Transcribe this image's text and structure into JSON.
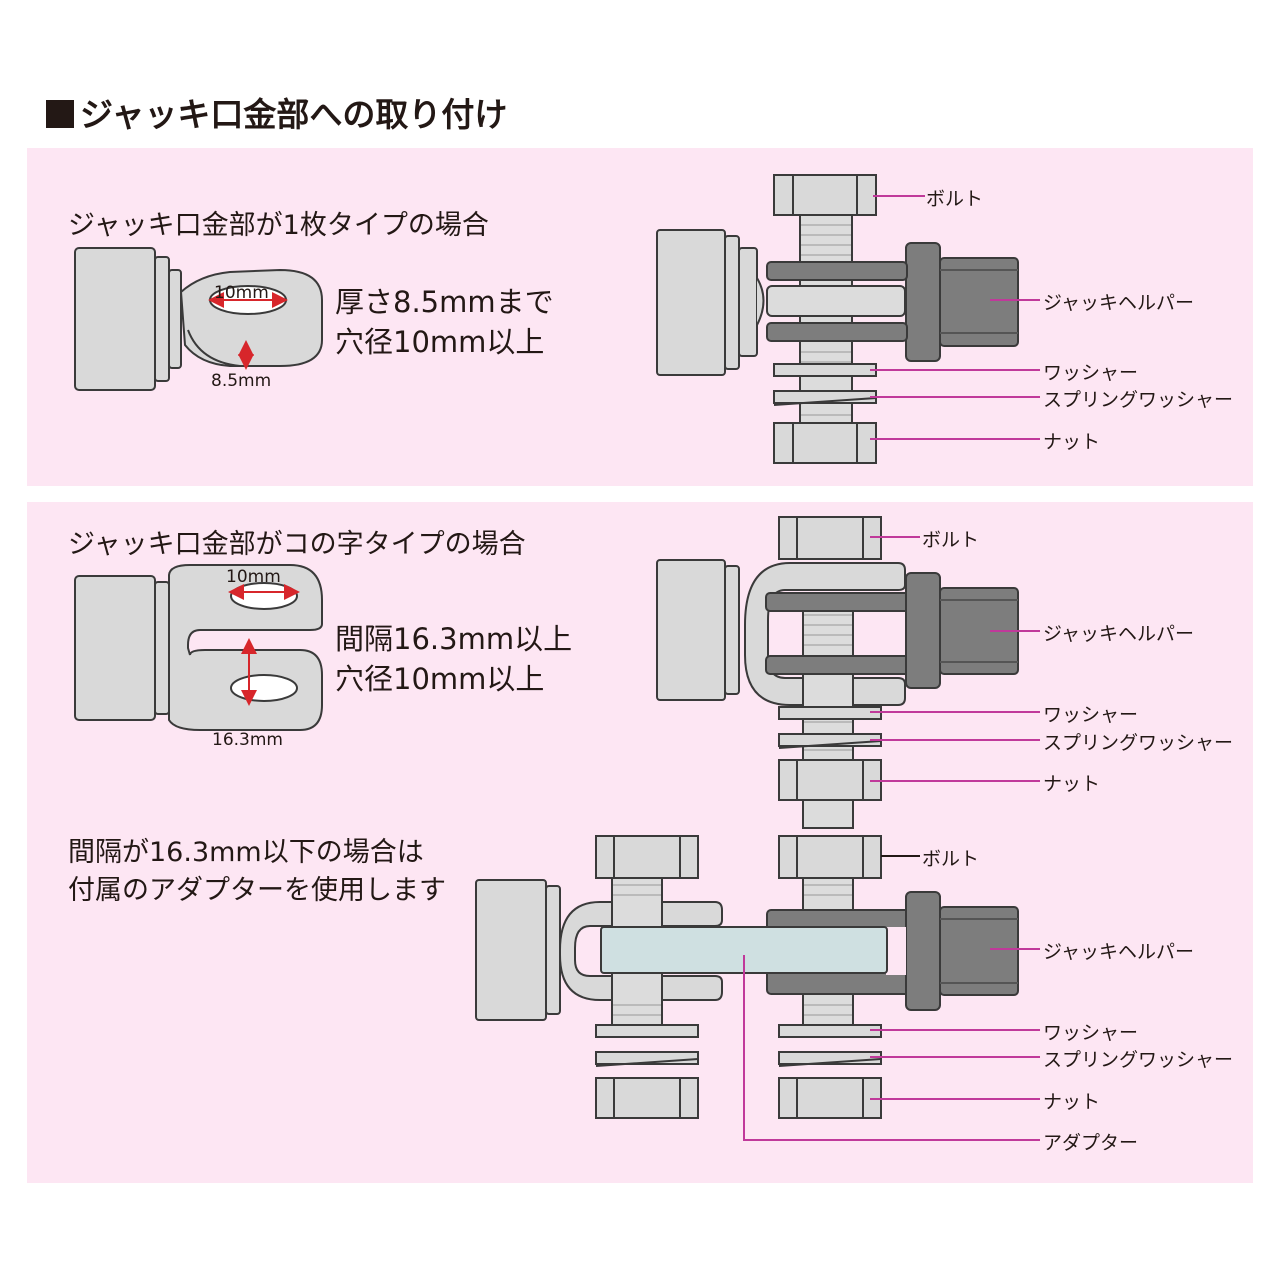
{
  "title": "ジャッキ口金部への取り付け",
  "colors": {
    "panel_bg": "#fde6f3",
    "metal_light": "#d9d9d9",
    "metal_dark": "#7d7d7d",
    "adapter": "#cfe0e1",
    "outline": "#3a3a3a",
    "leader": "#c0399a",
    "dimension_arrow": "#d7262b"
  },
  "section1": {
    "heading": "ジャッキ口金部が1枚タイプの場合",
    "spec_line1": "厚さ8.5mmまで",
    "spec_line2": "穴径10mm以上",
    "dim_hole": "10mm",
    "dim_thickness": "8.5mm",
    "labels": {
      "bolt": "ボルト",
      "jack_helper": "ジャッキヘルパー",
      "washer": "ワッシャー",
      "spring_washer": "スプリングワッシャー",
      "nut": "ナット"
    }
  },
  "section2": {
    "heading": "ジャッキ口金部がコの字タイプの場合",
    "spec_line1": "間隔16.3mm以上",
    "spec_line2": "穴径10mm以上",
    "dim_hole": "10mm",
    "dim_gap": "16.3mm",
    "labels": {
      "bolt": "ボルト",
      "jack_helper": "ジャッキヘルパー",
      "washer": "ワッシャー",
      "spring_washer": "スプリングワッシャー",
      "nut": "ナット"
    }
  },
  "section3": {
    "note_line1": "間隔が16.3mm以下の場合は",
    "note_line2": "付属のアダプターを使用します",
    "labels": {
      "bolt": "ボルト",
      "jack_helper": "ジャッキヘルパー",
      "washer": "ワッシャー",
      "spring_washer": "スプリングワッシャー",
      "nut": "ナット",
      "adapter": "アダプター"
    }
  }
}
